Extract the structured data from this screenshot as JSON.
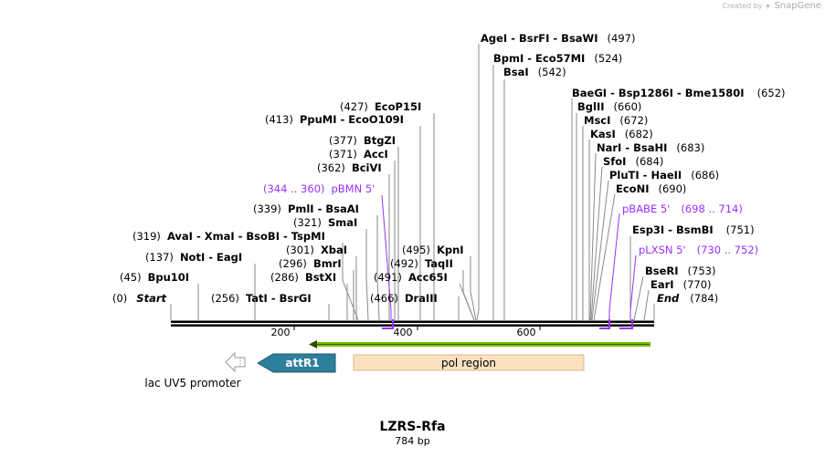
{
  "credit": {
    "prefix": "Created by",
    "brand": "SnapGene"
  },
  "plasmid": {
    "name": "LZRS-Rfa",
    "length": "784 bp"
  },
  "ruler": {
    "ticks": [
      "200",
      "400",
      "600"
    ]
  },
  "sites": [
    {
      "pos": "(0)",
      "names": "Start",
      "kind": "start"
    },
    {
      "pos": "(45)",
      "names": "Bpu10I"
    },
    {
      "pos": "(137)",
      "names": "NotI  - EagI"
    },
    {
      "pos": "(319)",
      "names": "AvaI  - XmaI  - BsoBI  - TspMI"
    },
    {
      "pos": "(256)",
      "names": "TatI  - BsrGI"
    },
    {
      "pos": "(286)",
      "names": "BstXI"
    },
    {
      "pos": "(296)",
      "names": "BmrI"
    },
    {
      "pos": "(301)",
      "names": "XbaI"
    },
    {
      "pos": "(321)",
      "names": "SmaI"
    },
    {
      "pos": "(339)",
      "names": "PmlI  - BsaAI"
    },
    {
      "pos": "(362)",
      "names": "BciVI"
    },
    {
      "pos": "(371)",
      "names": "AccI"
    },
    {
      "pos": "(377)",
      "names": "BtgZI"
    },
    {
      "pos": "(413)",
      "names": "PpuMI  - EcoO109I"
    },
    {
      "pos": "(427)",
      "names": "EcoP15I"
    },
    {
      "pos": "(466)",
      "names": "DraIII"
    },
    {
      "pos": "(491)",
      "names": "Acc65I"
    },
    {
      "pos": "(492)",
      "names": "TaqII"
    },
    {
      "pos": "(495)",
      "names": "KpnI"
    },
    {
      "pos": "(497)",
      "names": "AgeI  - BsrFI  - BsaWI"
    },
    {
      "pos": "(524)",
      "names": "BpmI  - Eco57MI"
    },
    {
      "pos": "(542)",
      "names": "BsaI"
    },
    {
      "pos": "(652)",
      "names": "BaeGI  - Bsp1286I  - Bme1580I"
    },
    {
      "pos": "(660)",
      "names": "BglII"
    },
    {
      "pos": "(672)",
      "names": "MscI"
    },
    {
      "pos": "(682)",
      "names": "KasI"
    },
    {
      "pos": "(683)",
      "names": "NarI  - BsaHI"
    },
    {
      "pos": "(684)",
      "names": "SfoI"
    },
    {
      "pos": "(686)",
      "names": "PluTI  - HaeII"
    },
    {
      "pos": "(690)",
      "names": "EcoNI"
    },
    {
      "pos": "(751)",
      "names": "Esp3I  - BsmBI"
    },
    {
      "pos": "(753)",
      "names": "BseRI"
    },
    {
      "pos": "(770)",
      "names": "EarI"
    },
    {
      "pos": "(784)",
      "names": "End",
      "kind": "end"
    }
  ],
  "primers": [
    {
      "name": "pBMN 5'",
      "range": "(344 .. 360)"
    },
    {
      "name": "pBABE 5'",
      "range": "(698 .. 714)"
    },
    {
      "name": "pLXSN 5'",
      "range": "(730 .. 752)"
    }
  ],
  "features": {
    "attR1": {
      "label": "attR1",
      "color": "#2e7f9a"
    },
    "pol_region": {
      "label": "pol region",
      "color": "#fbe1c0"
    },
    "lac_uv5": {
      "label": "lac UV5 promoter"
    },
    "orf_color": "#79c000",
    "primer_color": "#9b30ff"
  }
}
